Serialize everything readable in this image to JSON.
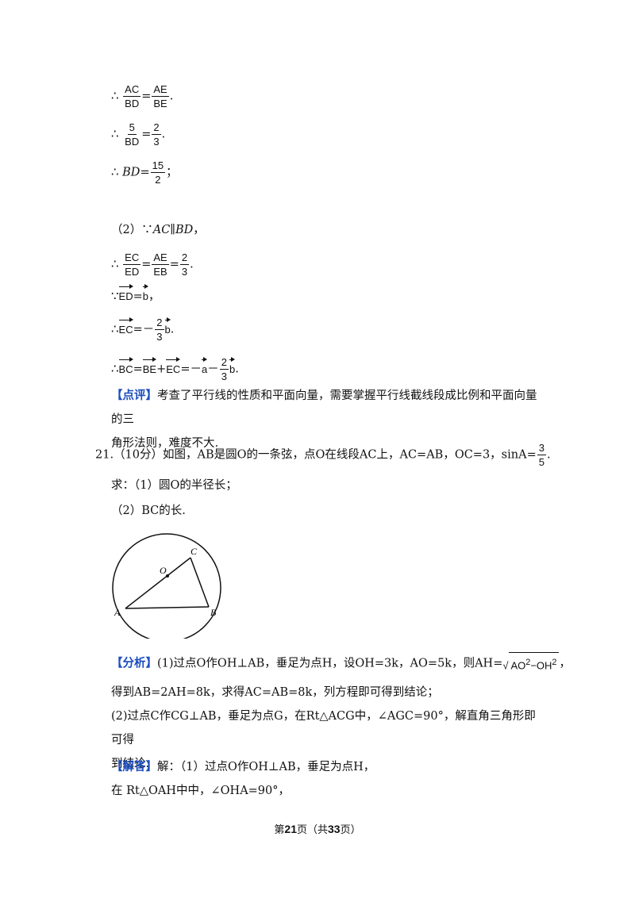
{
  "part1": {
    "l1": {
      "pre": "∴",
      "f1n": "AC",
      "f1d": "BD",
      "eq": "=",
      "f2n": "AE",
      "f2d": "BE",
      "end": "."
    },
    "l2": {
      "pre": "∴",
      "f1n": "5",
      "f1d": "BD",
      "eq": "=",
      "f2n": "2",
      "f2d": "3",
      "end": "."
    },
    "l3": {
      "pre": "∴",
      "var": "BD",
      "eq": "=",
      "fn": "15",
      "fd": "2",
      "end": "；"
    }
  },
  "part2": {
    "l1": {
      "pre": "（2）∵",
      "expr": "AC∥BD",
      "end": "，"
    },
    "l2": {
      "pre": "∴",
      "f1n": "EC",
      "f1d": "ED",
      "eq1": "=",
      "f2n": "AE",
      "f2d": "EB",
      "eq2": "=",
      "f3n": "2",
      "f3d": "3",
      "end": "."
    },
    "l3": {
      "pre": "∵",
      "vec1": "ED",
      "eq": "=",
      "vec2": "b",
      "end": "，"
    },
    "l4": {
      "pre": "∴",
      "vec1": "EC",
      "eq": "=－",
      "fn": "2",
      "fd": "3",
      "vec2": "b",
      "end": "."
    },
    "l5": {
      "pre": "∴",
      "v1": "BC",
      "eq1": "=",
      "v2": "BE",
      "plus": "+",
      "v3": "EC",
      "eq2": "=－",
      "v4": "a",
      "minus": "－",
      "fn": "2",
      "fd": "3",
      "v5": "b",
      "end": "."
    }
  },
  "comment": {
    "tag": "【点评】",
    "text1": "考查了平行线的性质和平面向量，需要掌握平行线截线段成比例和平面向量的三",
    "text2": "角形法则，难度不大."
  },
  "q21": {
    "num": "21.",
    "text": "（10分）如图，AB是圆O的一条弦，点O在线段AC上，AC=AB，OC=3，sinA=",
    "fn": "3",
    "fd": "5",
    "end": ".",
    "ask1": "求：（1）圆O的半径长；",
    "ask2": "（2）BC的长."
  },
  "figure": {
    "labels": {
      "O": "O",
      "C": "C",
      "A": "A",
      "B": "B"
    }
  },
  "analysis": {
    "tag": "【分析】",
    "p1a": "(1)过点O作OH⊥AB，垂足为点H，设OH=3k，AO=5k，则AH=",
    "rad_content": "AO",
    "exp1": "2",
    "rad_minus": "−OH",
    "exp2": "2",
    "p1b": "，",
    "p2": "得到AB=2AH=8k，求得AC=AB=8k，列方程即可得到结论；",
    "p3": "(2)过点C作CG⊥AB，垂足为点G，在Rt△ACG中，∠AGC=90°，解直角三角形即可得",
    "p4": "到结论."
  },
  "answer": {
    "tag": "【解答】",
    "p1": "解：（1）过点O作OH⊥AB，垂足为点H，",
    "p2": "在 Rt△OAH中中，∠OHA=90°，"
  },
  "footer": {
    "pre": "第",
    "page": "21",
    "mid": "页（共",
    "total": "33",
    "post": "页）"
  }
}
